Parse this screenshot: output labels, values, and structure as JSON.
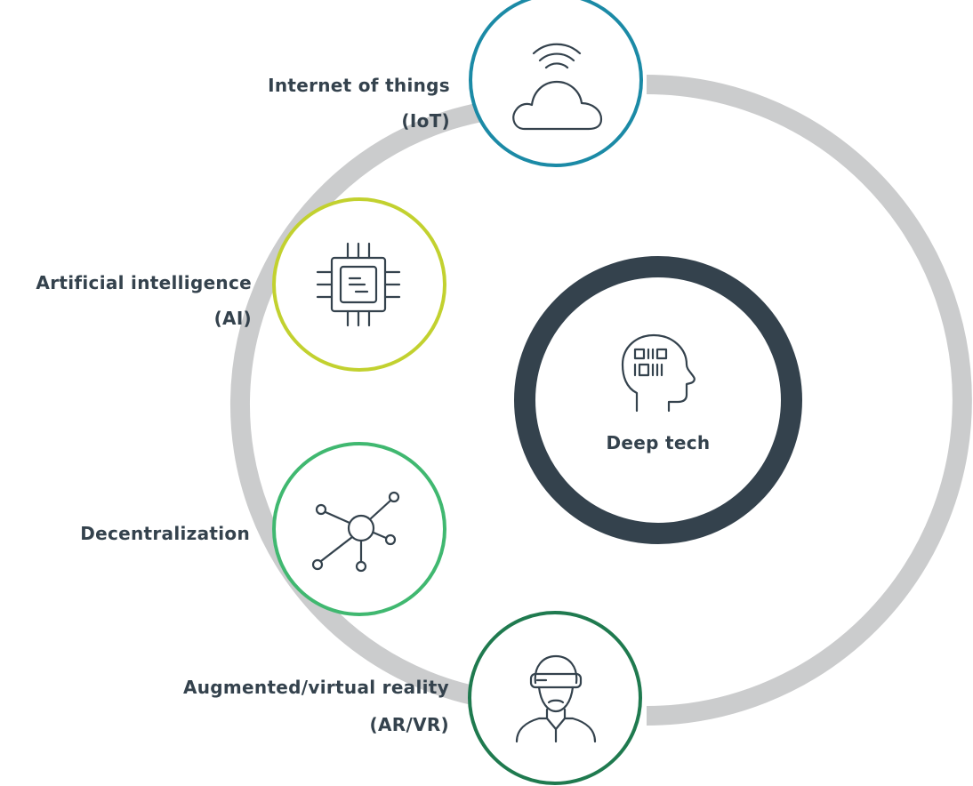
{
  "diagram": {
    "center": {
      "label": "Deep tech",
      "icon": "head-chip-icon",
      "color": "#34424d"
    },
    "track_color": "#cbcccd",
    "nodes": [
      {
        "label_lines": [
          "Internet of things",
          "(IoT)"
        ],
        "icon": "cloud-wifi-icon",
        "color": "#1b8aa6"
      },
      {
        "label_lines": [
          "Artificial intelligence",
          "(AI)"
        ],
        "icon": "microchip-icon",
        "color": "#c2d12f"
      },
      {
        "label_lines": [
          "Decentralization"
        ],
        "icon": "network-icon",
        "color": "#40b870"
      },
      {
        "label_lines": [
          "Augmented/virtual reality",
          "(AR/VR)"
        ],
        "icon": "vr-headset-person-icon",
        "color": "#1f7a4f"
      }
    ]
  }
}
